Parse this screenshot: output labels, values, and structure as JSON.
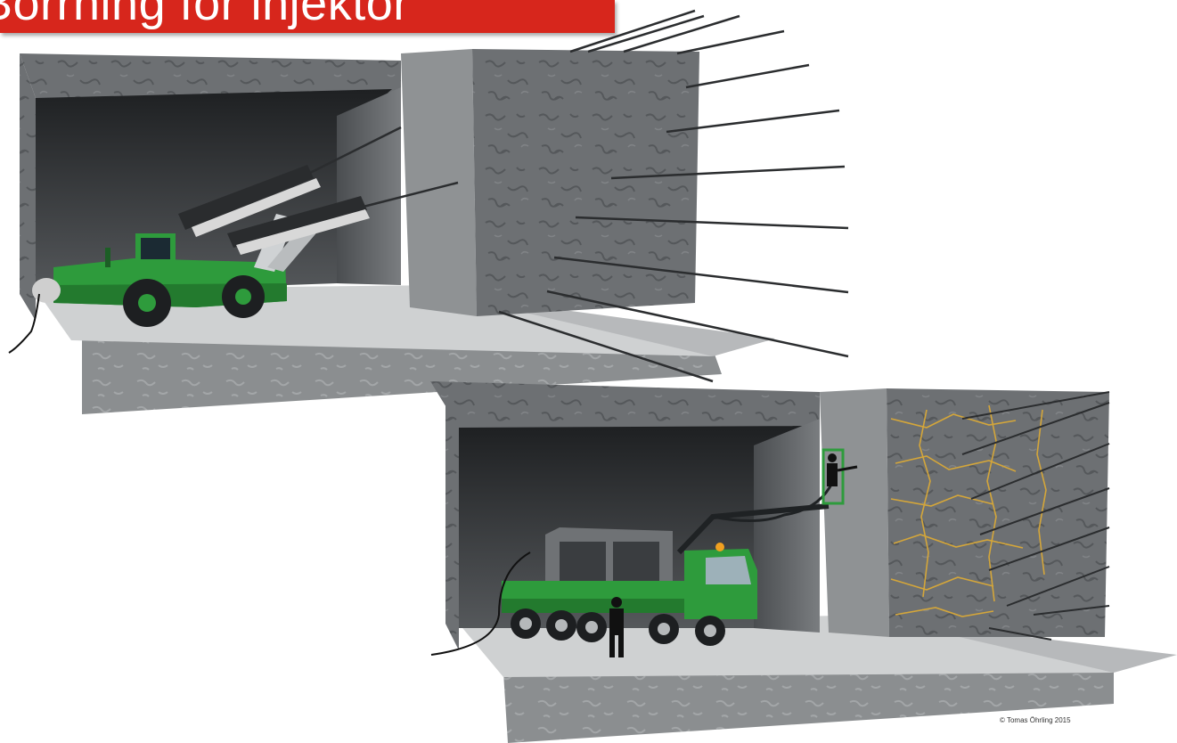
{
  "title": "Borrning för injektor",
  "credit": "© Tomas Öhrling 2015",
  "scenes": [
    {
      "name": "drilling-scene",
      "machine": "drill-rig",
      "machine_color": "#2e9b3c"
    },
    {
      "name": "injection-scene",
      "machine": "injection-truck",
      "machine_color": "#2e9b3c"
    }
  ],
  "colors": {
    "banner": "#d7261c",
    "rock_face": "#6b6e70",
    "rock_dark": "#3e4144",
    "floor": "#cfd1d2",
    "grout": "#d4a63a"
  }
}
